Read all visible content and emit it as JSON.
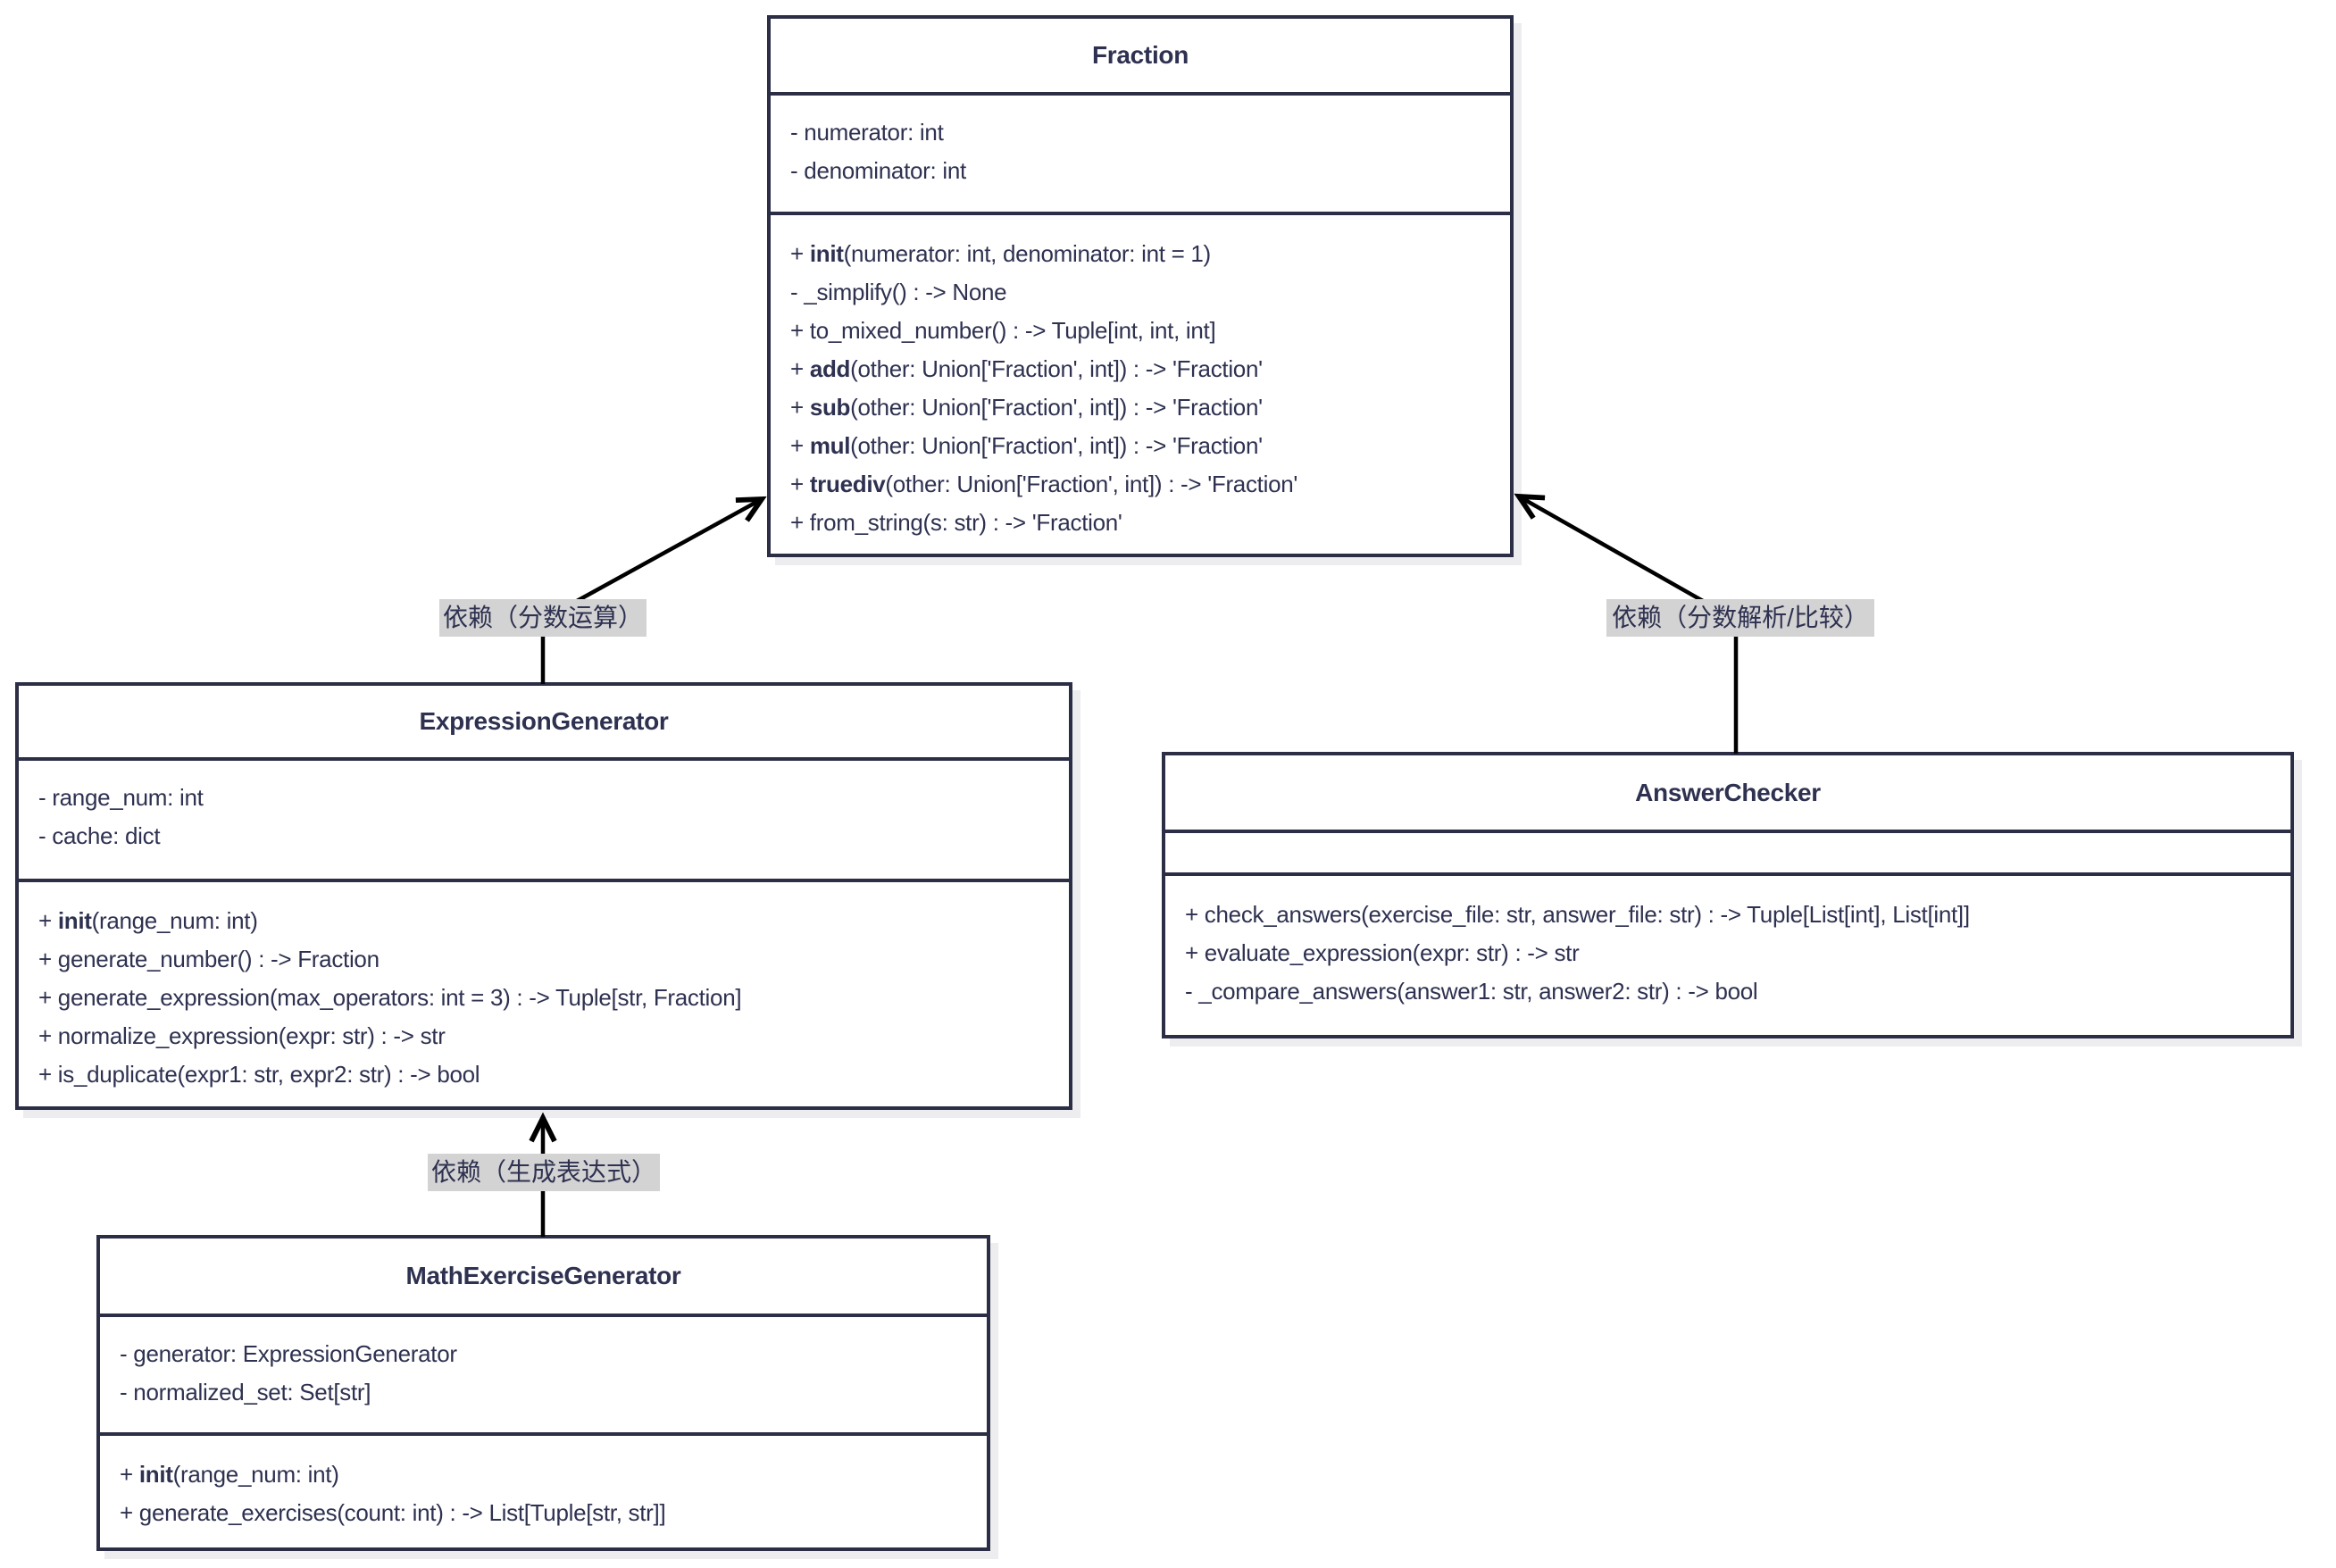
{
  "diagram": {
    "type": "uml-class-diagram",
    "classes": [
      {
        "name": "Fraction",
        "attributes": [
          "- numerator: int",
          "- denominator: int"
        ],
        "methods": [
          "+ **init**(numerator: int, denominator: int = 1)",
          "- _simplify() : -> None",
          "+ to_mixed_number() : -> Tuple[int, int, int]",
          "+ **add**(other: Union['Fraction', int]) : -> 'Fraction'",
          "+ **sub**(other: Union['Fraction', int]) : -> 'Fraction'",
          "+ **mul**(other: Union['Fraction', int]) : -> 'Fraction'",
          "+ **truediv**(other: Union['Fraction', int]) : -> 'Fraction'",
          "+ from_string(s: str) : -> 'Fraction'"
        ]
      },
      {
        "name": "ExpressionGenerator",
        "attributes": [
          "- range_num: int",
          "- cache: dict"
        ],
        "methods": [
          "+ **init**(range_num: int)",
          "+ generate_number() : -> Fraction",
          "+ generate_expression(max_operators: int = 3) : -> Tuple[str, Fraction]",
          "+ normalize_expression(expr: str) : -> str",
          "+ is_duplicate(expr1: str, expr2: str) : -> bool"
        ]
      },
      {
        "name": "AnswerChecker",
        "attributes": [],
        "methods": [
          "+ check_answers(exercise_file: str, answer_file: str) : -> Tuple[List[int], List[int]]",
          "+ evaluate_expression(expr: str) : -> str",
          "- _compare_answers(answer1: str, answer2: str) : -> bool"
        ]
      },
      {
        "name": "MathExerciseGenerator",
        "attributes": [
          "- generator: ExpressionGenerator",
          "- normalized_set: Set[str]"
        ],
        "methods": [
          "+ **init**(range_num: int)",
          "+ generate_exercises(count: int) : -> List[Tuple[str, str]]"
        ]
      }
    ],
    "edges": [
      {
        "from": "ExpressionGenerator",
        "to": "Fraction",
        "label": "依赖（分数运算）"
      },
      {
        "from": "AnswerChecker",
        "to": "Fraction",
        "label": "依赖（分数解析/比较）"
      },
      {
        "from": "MathExerciseGenerator",
        "to": "ExpressionGenerator",
        "label": "依赖（生成表达式）"
      }
    ],
    "colors": {
      "box_border": "#2b2e45",
      "text": "#2e3150",
      "arrow": "#000000",
      "label_bg": "#d3d3d3",
      "background": "#ffffff"
    }
  }
}
